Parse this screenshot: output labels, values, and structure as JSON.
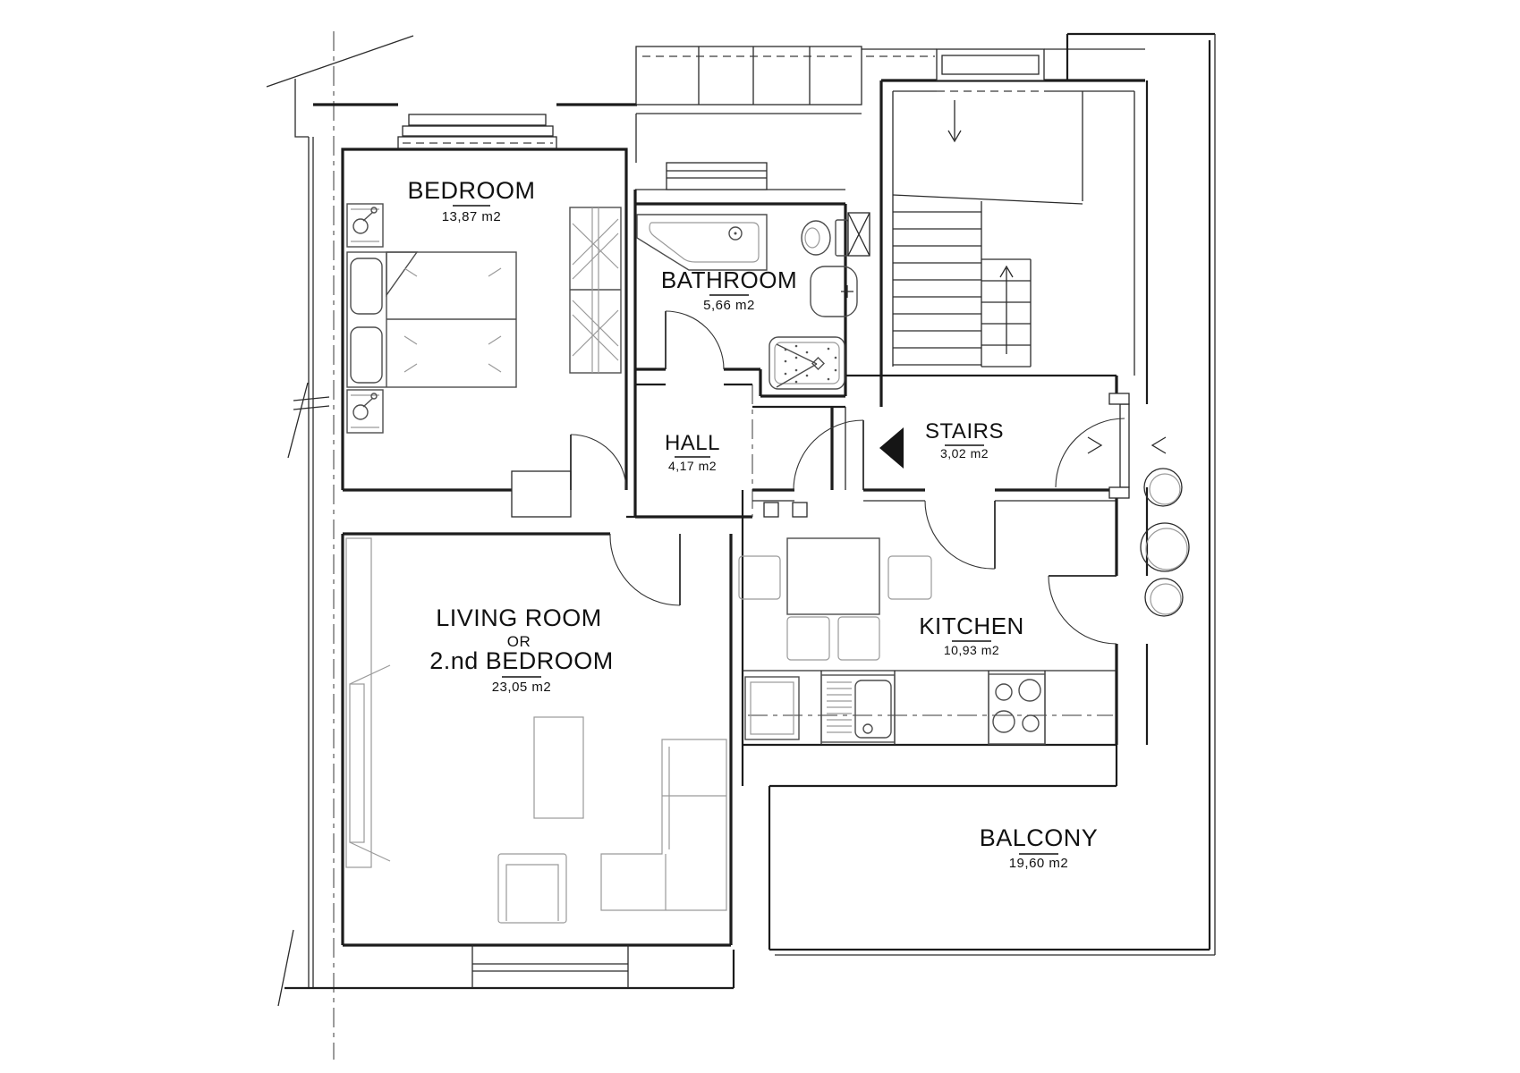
{
  "plan": {
    "title": "apartment-floor-plan",
    "colors": {
      "background": "#ffffff",
      "wall": "#1c1c1c",
      "furniture": "#9a9a9a",
      "fixture": "#4d4d4d",
      "text": "#111111"
    },
    "rooms": [
      {
        "name": "BEDROOM",
        "area": "13,87 m2"
      },
      {
        "name": "BATHROOM",
        "area": "5,66 m2"
      },
      {
        "name": "HALL",
        "area": "4,17 m2"
      },
      {
        "name": "STAIRS",
        "area": "3,02 m2"
      },
      {
        "name": "LIVING ROOM",
        "conjunction": "OR",
        "alt_name": "2.nd BEDROOM",
        "area": "23,05 m2"
      },
      {
        "name": "KITCHEN",
        "area": "10,93 m2"
      },
      {
        "name": "BALCONY",
        "area": "19,60 m2"
      }
    ]
  }
}
